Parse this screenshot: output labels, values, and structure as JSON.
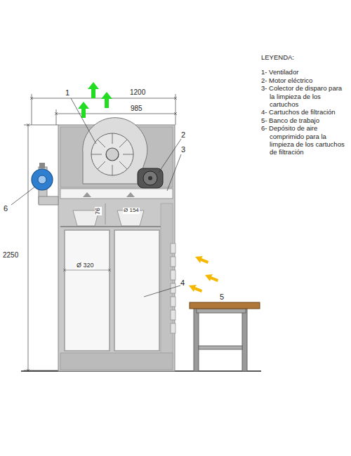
{
  "diagram": {
    "labels": [
      "1200",
      "985",
      "2250",
      "76",
      "Ø 154",
      "Ø 320",
      "1",
      "2",
      "3",
      "4",
      "5",
      "6",
      "LEYENDA:"
    ],
    "legend": [
      {
        "text": "1- Ventilador"
      },
      {
        "text": "2- Motor eléctrico"
      },
      {
        "text": "3- Colector de disparo para la limpieza de los cartuchos"
      },
      {
        "text": "4- Cartuchos de filtración"
      },
      {
        "text": "5- Banco de trabajo"
      },
      {
        "text": "6- Depósito de aire comprimido para la limpieza de los cartuchos de filtración"
      }
    ]
  }
}
